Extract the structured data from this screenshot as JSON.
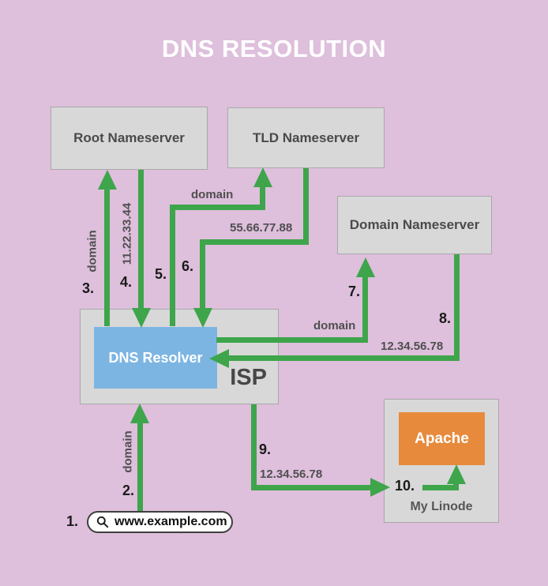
{
  "title": "DNS RESOLUTION",
  "nodes": {
    "root": "Root Nameserver",
    "tld": "TLD Nameserver",
    "domain_ns": "Domain Nameserver",
    "isp": "ISP",
    "resolver": "DNS Resolver",
    "apache": "Apache",
    "linode": "My Linode"
  },
  "steps": {
    "s1": "1.",
    "s2": "2.",
    "s3": "3.",
    "s4": "4.",
    "s5": "5.",
    "s6": "6.",
    "s7": "7.",
    "s8": "8.",
    "s9": "9.",
    "s10": "10."
  },
  "edge_labels": {
    "query_domain": "domain",
    "root_query_domain": "domain",
    "root_answer_ip": "11.22.33.44",
    "tld_query_domain": "domain",
    "tld_answer_ip": "55.66.77.88",
    "dns_query_domain": "domain",
    "dns_answer_ip": "12.34.56.78",
    "final_ip": "12.34.56.78"
  },
  "search": {
    "value": "www.example.com"
  },
  "colors": {
    "bg": "#debfdc",
    "box_fill": "#d8d8d8",
    "box_border": "#a9a9a9",
    "green": "#3ea54b",
    "blue": "#7db5e2",
    "orange": "#e78a3c",
    "label_gray": "#4f4f4f",
    "number_black": "#1a1a1a",
    "title_white": "#ffffff"
  }
}
